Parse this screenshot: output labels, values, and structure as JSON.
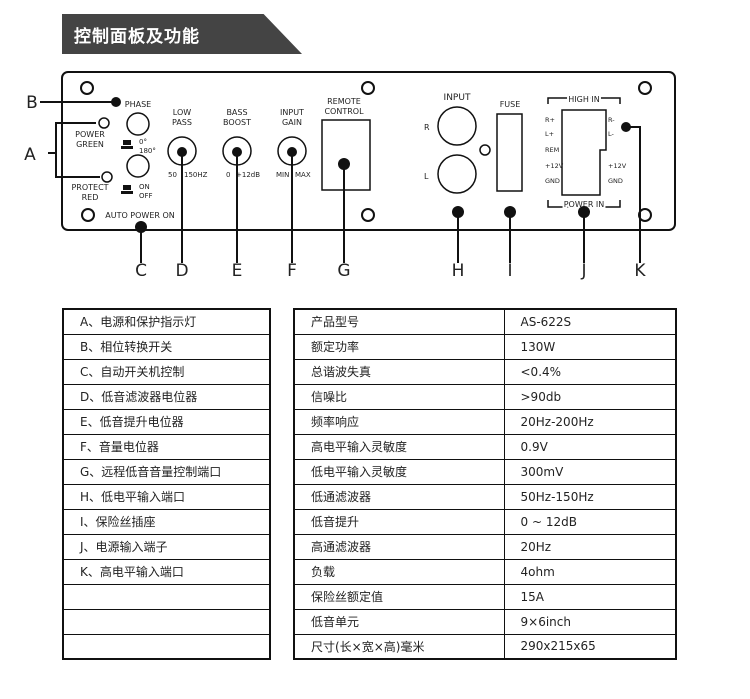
{
  "header": {
    "title": "控制面板及功能"
  },
  "panel": {
    "phase": "PHASE",
    "power_green": [
      "POWER",
      "GREEN"
    ],
    "protect_red": [
      "PROTECT",
      "RED"
    ],
    "phase_sw": [
      "0°",
      "180°"
    ],
    "auto_sw": [
      "ON",
      "OFF"
    ],
    "auto_power_on": "AUTO POWER ON",
    "low_pass": [
      "LOW",
      "PASS"
    ],
    "low_pass_range": [
      "50",
      "150HZ"
    ],
    "bass_boost": [
      "BASS",
      "BOOST"
    ],
    "bass_range": [
      "0",
      "+12dB"
    ],
    "input_gain": [
      "INPUT",
      "GAIN"
    ],
    "gain_range": [
      "MIN",
      "MAX"
    ],
    "remote_control": [
      "REMOTE",
      "CONTROL"
    ],
    "input": "INPUT",
    "r": "R",
    "l": "L",
    "fuse": "FUSE",
    "high_in": "HIGH IN",
    "power_in": "POWER IN",
    "terminals_left": [
      "R+",
      "L+",
      "REM",
      "+12V",
      "GND"
    ],
    "terminals_right": [
      "R-",
      "L-",
      "+12V",
      "GND"
    ],
    "letters": [
      "A",
      "B",
      "C",
      "D",
      "E",
      "F",
      "G",
      "H",
      "I",
      "J",
      "K"
    ]
  },
  "functions": [
    "A、电源和保护指示灯",
    "B、相位转换开关",
    "C、自动开关机控制",
    "D、低音滤波器电位器",
    "E、低音提升电位器",
    "F、音量电位器",
    "G、远程低音音量控制端口",
    "H、低电平输入端口",
    "I、保险丝插座",
    "J、电源输入端子",
    "K、高电平输入端口",
    "",
    "",
    ""
  ],
  "specs": [
    [
      "产品型号",
      "AS-622S"
    ],
    [
      "额定功率",
      "130W"
    ],
    [
      "总谐波失真",
      "<0.4%"
    ],
    [
      "信噪比",
      ">90db"
    ],
    [
      "频率响应",
      "20Hz-200Hz"
    ],
    [
      "高电平输入灵敏度",
      "0.9V"
    ],
    [
      "低电平输入灵敏度",
      "300mV"
    ],
    [
      "低通滤波器",
      "50Hz-150Hz"
    ],
    [
      "低音提升",
      "0 ~ 12dB"
    ],
    [
      "高通滤波器",
      "20Hz"
    ],
    [
      "负载",
      "4ohm"
    ],
    [
      "保险丝额定值",
      "15A"
    ],
    [
      "低音单元",
      "9×6inch"
    ],
    [
      "尺寸(长×宽×高)毫米",
      "290x215x65"
    ]
  ]
}
